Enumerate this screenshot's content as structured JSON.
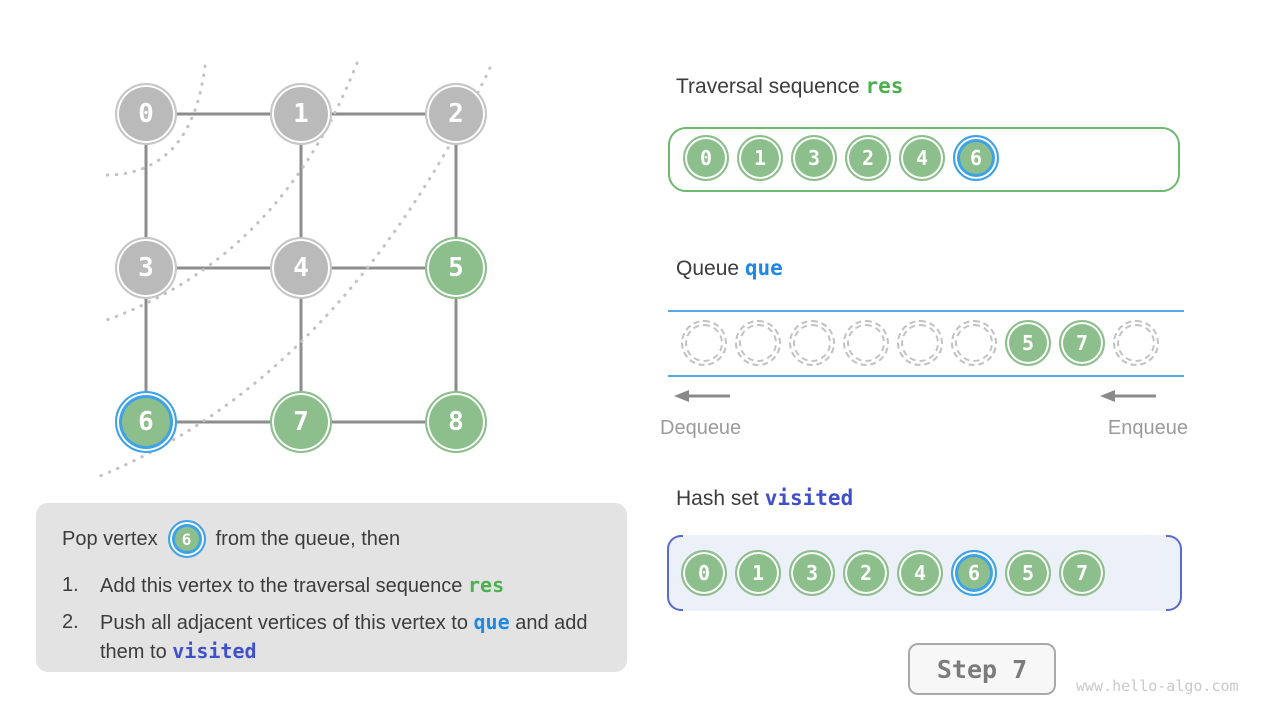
{
  "palette": {
    "green_fill": "#8dbf8d",
    "green_border": "#6db96f",
    "gray_vertex": "#bababa",
    "edge_gray": "#8d8d8d",
    "selected_blue": "#3da2e7",
    "code_green": "#4caf50",
    "code_blue": "#1e88e5",
    "code_indigo": "#4050c8",
    "queue_line_blue": "#58a7e6",
    "visited_bg": "#ecf0f9",
    "visited_bracket": "#5969ce",
    "panel_bg": "#e3e3e3",
    "text_dark": "#3c3c3c"
  },
  "graph": {
    "vertices": [
      {
        "v": "0",
        "state": "gray"
      },
      {
        "v": "1",
        "state": "gray"
      },
      {
        "v": "2",
        "state": "gray"
      },
      {
        "v": "3",
        "state": "gray"
      },
      {
        "v": "4",
        "state": "gray"
      },
      {
        "v": "5",
        "state": "green"
      },
      {
        "v": "6",
        "state": "green",
        "selected": true
      },
      {
        "v": "7",
        "state": "green"
      },
      {
        "v": "8",
        "state": "green"
      }
    ],
    "edges": [
      [
        0,
        1
      ],
      [
        1,
        2
      ],
      [
        3,
        4
      ],
      [
        4,
        5
      ],
      [
        6,
        7
      ],
      [
        7,
        8
      ],
      [
        0,
        3
      ],
      [
        1,
        4
      ],
      [
        2,
        5
      ],
      [
        3,
        6
      ],
      [
        4,
        7
      ],
      [
        5,
        8
      ]
    ]
  },
  "res_panel": {
    "title": [
      {
        "t": "Traversal sequence "
      },
      {
        "t": "res",
        "cls": "code-green"
      }
    ],
    "items": [
      {
        "v": "0",
        "state": "green"
      },
      {
        "v": "1",
        "state": "green"
      },
      {
        "v": "3",
        "state": "green"
      },
      {
        "v": "2",
        "state": "green"
      },
      {
        "v": "4",
        "state": "green"
      },
      {
        "v": "6",
        "state": "green",
        "selected": true
      }
    ]
  },
  "queue_panel": {
    "title": [
      {
        "t": "Queue "
      },
      {
        "t": "que",
        "cls": "code-blue"
      }
    ],
    "slots": [
      {
        "empty": true
      },
      {
        "empty": true
      },
      {
        "empty": true
      },
      {
        "empty": true
      },
      {
        "empty": true
      },
      {
        "empty": true
      },
      {
        "v": "5",
        "state": "green"
      },
      {
        "v": "7",
        "state": "green"
      },
      {
        "empty": true
      }
    ],
    "dequeue_label": "Dequeue",
    "enqueue_label": "Enqueue"
  },
  "visited_panel": {
    "title": [
      {
        "t": "Hash set "
      },
      {
        "t": "visited",
        "cls": "code-indigo"
      }
    ],
    "items": [
      {
        "v": "0",
        "state": "green"
      },
      {
        "v": "1",
        "state": "green"
      },
      {
        "v": "3",
        "state": "green"
      },
      {
        "v": "2",
        "state": "green"
      },
      {
        "v": "4",
        "state": "green"
      },
      {
        "v": "6",
        "state": "green",
        "selected": true
      },
      {
        "v": "5",
        "state": "green"
      },
      {
        "v": "7",
        "state": "green"
      }
    ]
  },
  "instruction": {
    "pop_pre": "Pop vertex",
    "pop_vertex": "6",
    "pop_post": "from the queue, then",
    "steps": [
      {
        "num": "1.",
        "segments": [
          {
            "t": "Add this vertex to the traversal sequence "
          },
          {
            "t": "res",
            "cls": "code-green"
          }
        ]
      },
      {
        "num": "2.",
        "segments": [
          {
            "t": "Push all adjacent vertices of this vertex to "
          },
          {
            "t": "que",
            "cls": "code-blue"
          },
          {
            "t": " and add them to "
          },
          {
            "t": "visited",
            "cls": "code-indigo"
          }
        ]
      }
    ]
  },
  "step_button": {
    "label": "Step 7"
  },
  "watermark": "www.hello-algo.com"
}
